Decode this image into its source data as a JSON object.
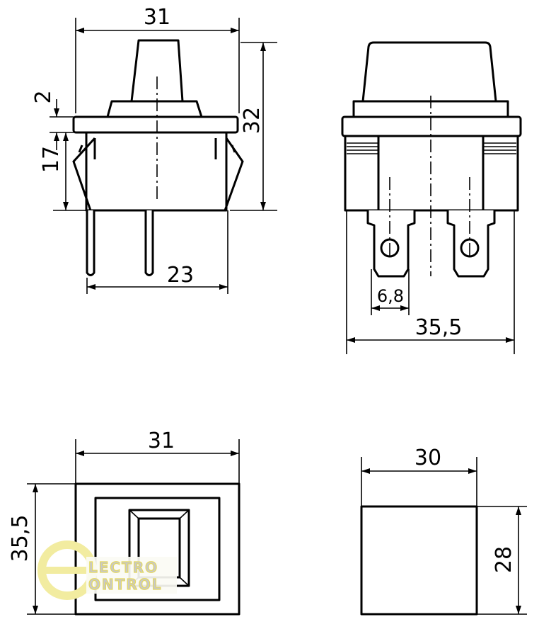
{
  "side_view": {
    "width_label": "31",
    "height_label": "32",
    "flange_label": "2",
    "body_label": "17",
    "pins_label": "23"
  },
  "rear_view": {
    "terminal_label": "6,8",
    "width_label": "35,5"
  },
  "front_view": {
    "width_label": "31",
    "height_label": "35,5"
  },
  "cutout_view": {
    "width_label": "30",
    "height_label": "28"
  },
  "logo": {
    "line1": "LECTRO",
    "line2": "ONTROL",
    "colors": {
      "ring": "#f2eca0",
      "text": "#e6e6e6"
    }
  }
}
